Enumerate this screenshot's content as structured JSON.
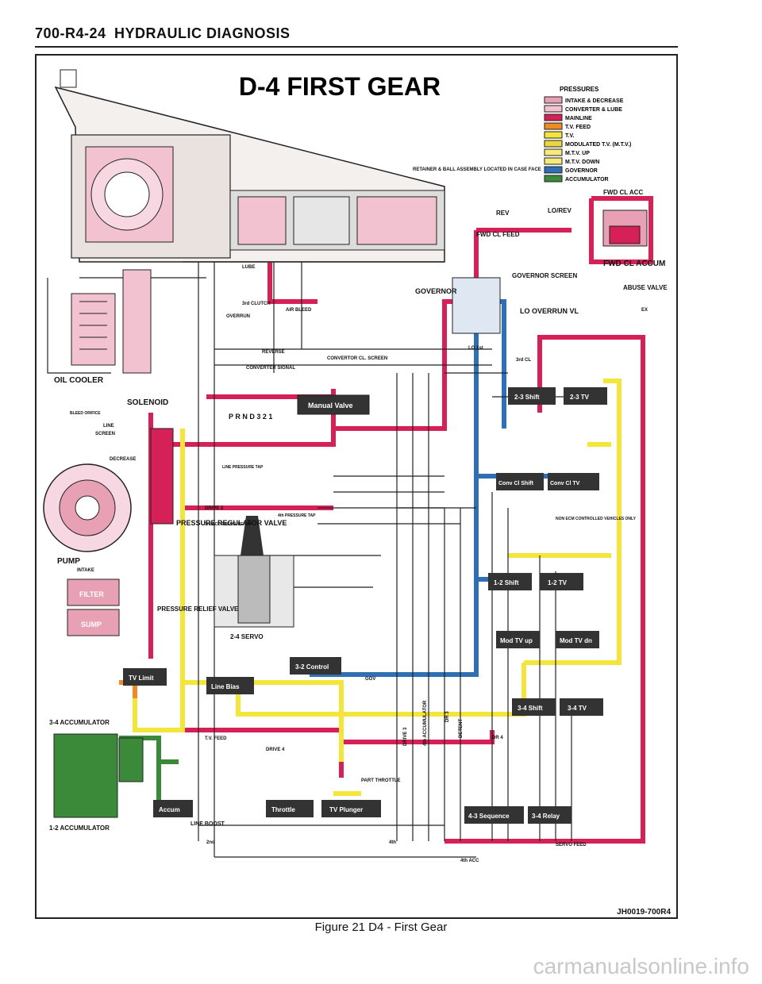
{
  "header": {
    "code": "700-R4-24",
    "title": "HYDRAULIC DIAGNOSIS"
  },
  "diagram": {
    "title": "D-4 FIRST GEAR",
    "legend_title": "PRESSURES",
    "legend": [
      {
        "label": "INTAKE & DECREASE",
        "color": "#e8a0b4"
      },
      {
        "label": "CONVERTER & LUBE",
        "color": "#f2c2d0"
      },
      {
        "label": "MAINLINE",
        "color": "#d62058"
      },
      {
        "label": "T.V. FEED",
        "color": "#f08a24"
      },
      {
        "label": "T.V.",
        "color": "#f3e53a"
      },
      {
        "label": "MODULATED T.V. (M.T.V.)",
        "color": "#e9d640"
      },
      {
        "label": "M.T.V. UP",
        "color": "#f5ea7a"
      },
      {
        "label": "M.T.V. DOWN",
        "color": "#f5ea7a"
      },
      {
        "label": "GOVERNOR",
        "color": "#2f6fb3"
      },
      {
        "label": "ACCUMULATOR",
        "color": "#3a8a3a"
      }
    ],
    "labels": {
      "retainer": "RETAINER & BALL ASSEMBLY LOCATED IN CASE FACE",
      "fwd_cl_acc": "FWD CL ACC",
      "fwd_cl_accum": "FWD CL ACCUM",
      "abuse_valve": "ABUSE VALVE",
      "lo_rev": "LO/REV",
      "rev": "REV",
      "fwd_cl_feed": "FWD CL FEED",
      "governor": "GOVERNOR",
      "governor_screen": "GOVERNOR SCREEN",
      "lo_overrun_vl": "LO OVERRUN VL",
      "lube": "LUBE",
      "oil_cooler": "OIL COOLER",
      "solenoid": "SOLENOID",
      "bleed_orifice": "BLEED ORIFICE",
      "line": "LINE",
      "screen": "SCREEN",
      "decrease": "DECREASE",
      "pump": "PUMP",
      "intake": "INTAKE",
      "filter": "FILTER",
      "sump": "SUMP",
      "pressure_regulator_valve": "PRESSURE REGULATOR VALVE",
      "pressure_relief_valve": "PRESSURE RELIEF VALVE",
      "converter_cl_screen": "CONVERTOR CL. SCREEN",
      "converter_signal": "CONVERTER SIGNAL",
      "reverse": "REVERSE",
      "overrun": "OVERRUN",
      "air_bleed": "AIR BLEED",
      "manual_valve": "Manual Valve",
      "prnd": "P R N D 3 2 1",
      "line_pressure_tap": "LINE PRESSURE TAP",
      "drive2": "DRIVE 2",
      "acc3_tap": "3rd ACC PRESSURE TAP",
      "acc4_tap": "4th PRESSURE TAP",
      "servo": "2-4 SERVO",
      "control_32": "3-2 Control",
      "line_bias": "Line Bias",
      "tv_limit": "TV Limit",
      "acc34": "3-4 ACCUMULATOR",
      "acc12": "1-2 ACCUMULATOR",
      "accum": "Accum",
      "line_boost": "LINE BOOST",
      "throttle": "Throttle",
      "tv_plunger": "TV Plunger",
      "shift23": "2-3 Shift",
      "tv23": "2-3 TV",
      "conv_cl_shift": "Conv Cl Shift",
      "conv_cl_tv": "Conv Cl TV",
      "shift12": "1-2 Shift",
      "tv12": "1-2 TV",
      "mod_tv_up": "Mod TV up",
      "mod_tv_dn": "Mod TV dn",
      "shift34": "3-4 Shift",
      "tv34": "3-4 TV",
      "seq43": "4-3 Sequence",
      "relay34": "3-4 Relay",
      "non_ecm": "NON ECM CONTROLLED VEHICLES ONLY",
      "servo_feed": "SERVO FEED",
      "accumulator4": "4th ACCUMULATOR",
      "gov": "GOV",
      "tv_feed": "T.V. FEED",
      "drive4": "DRIVE 4",
      "part_throttle": "PART THROTTLE",
      "dr4": "DR 4",
      "dr3": "DR 3",
      "drive3": "DRIVE 3",
      "detent": "DETENT",
      "clutch3": "3rd CLUTCH",
      "fourth_acc": "4th ACC",
      "second": "2nd",
      "fourth": "4th",
      "lo1st": "LO 1st",
      "cl3": "3rd CL",
      "ex": "EX"
    },
    "figure_code": "JH0019-700R4"
  },
  "caption": "Figure 21 D4 - First Gear",
  "watermark": "carmanualsonline.info"
}
